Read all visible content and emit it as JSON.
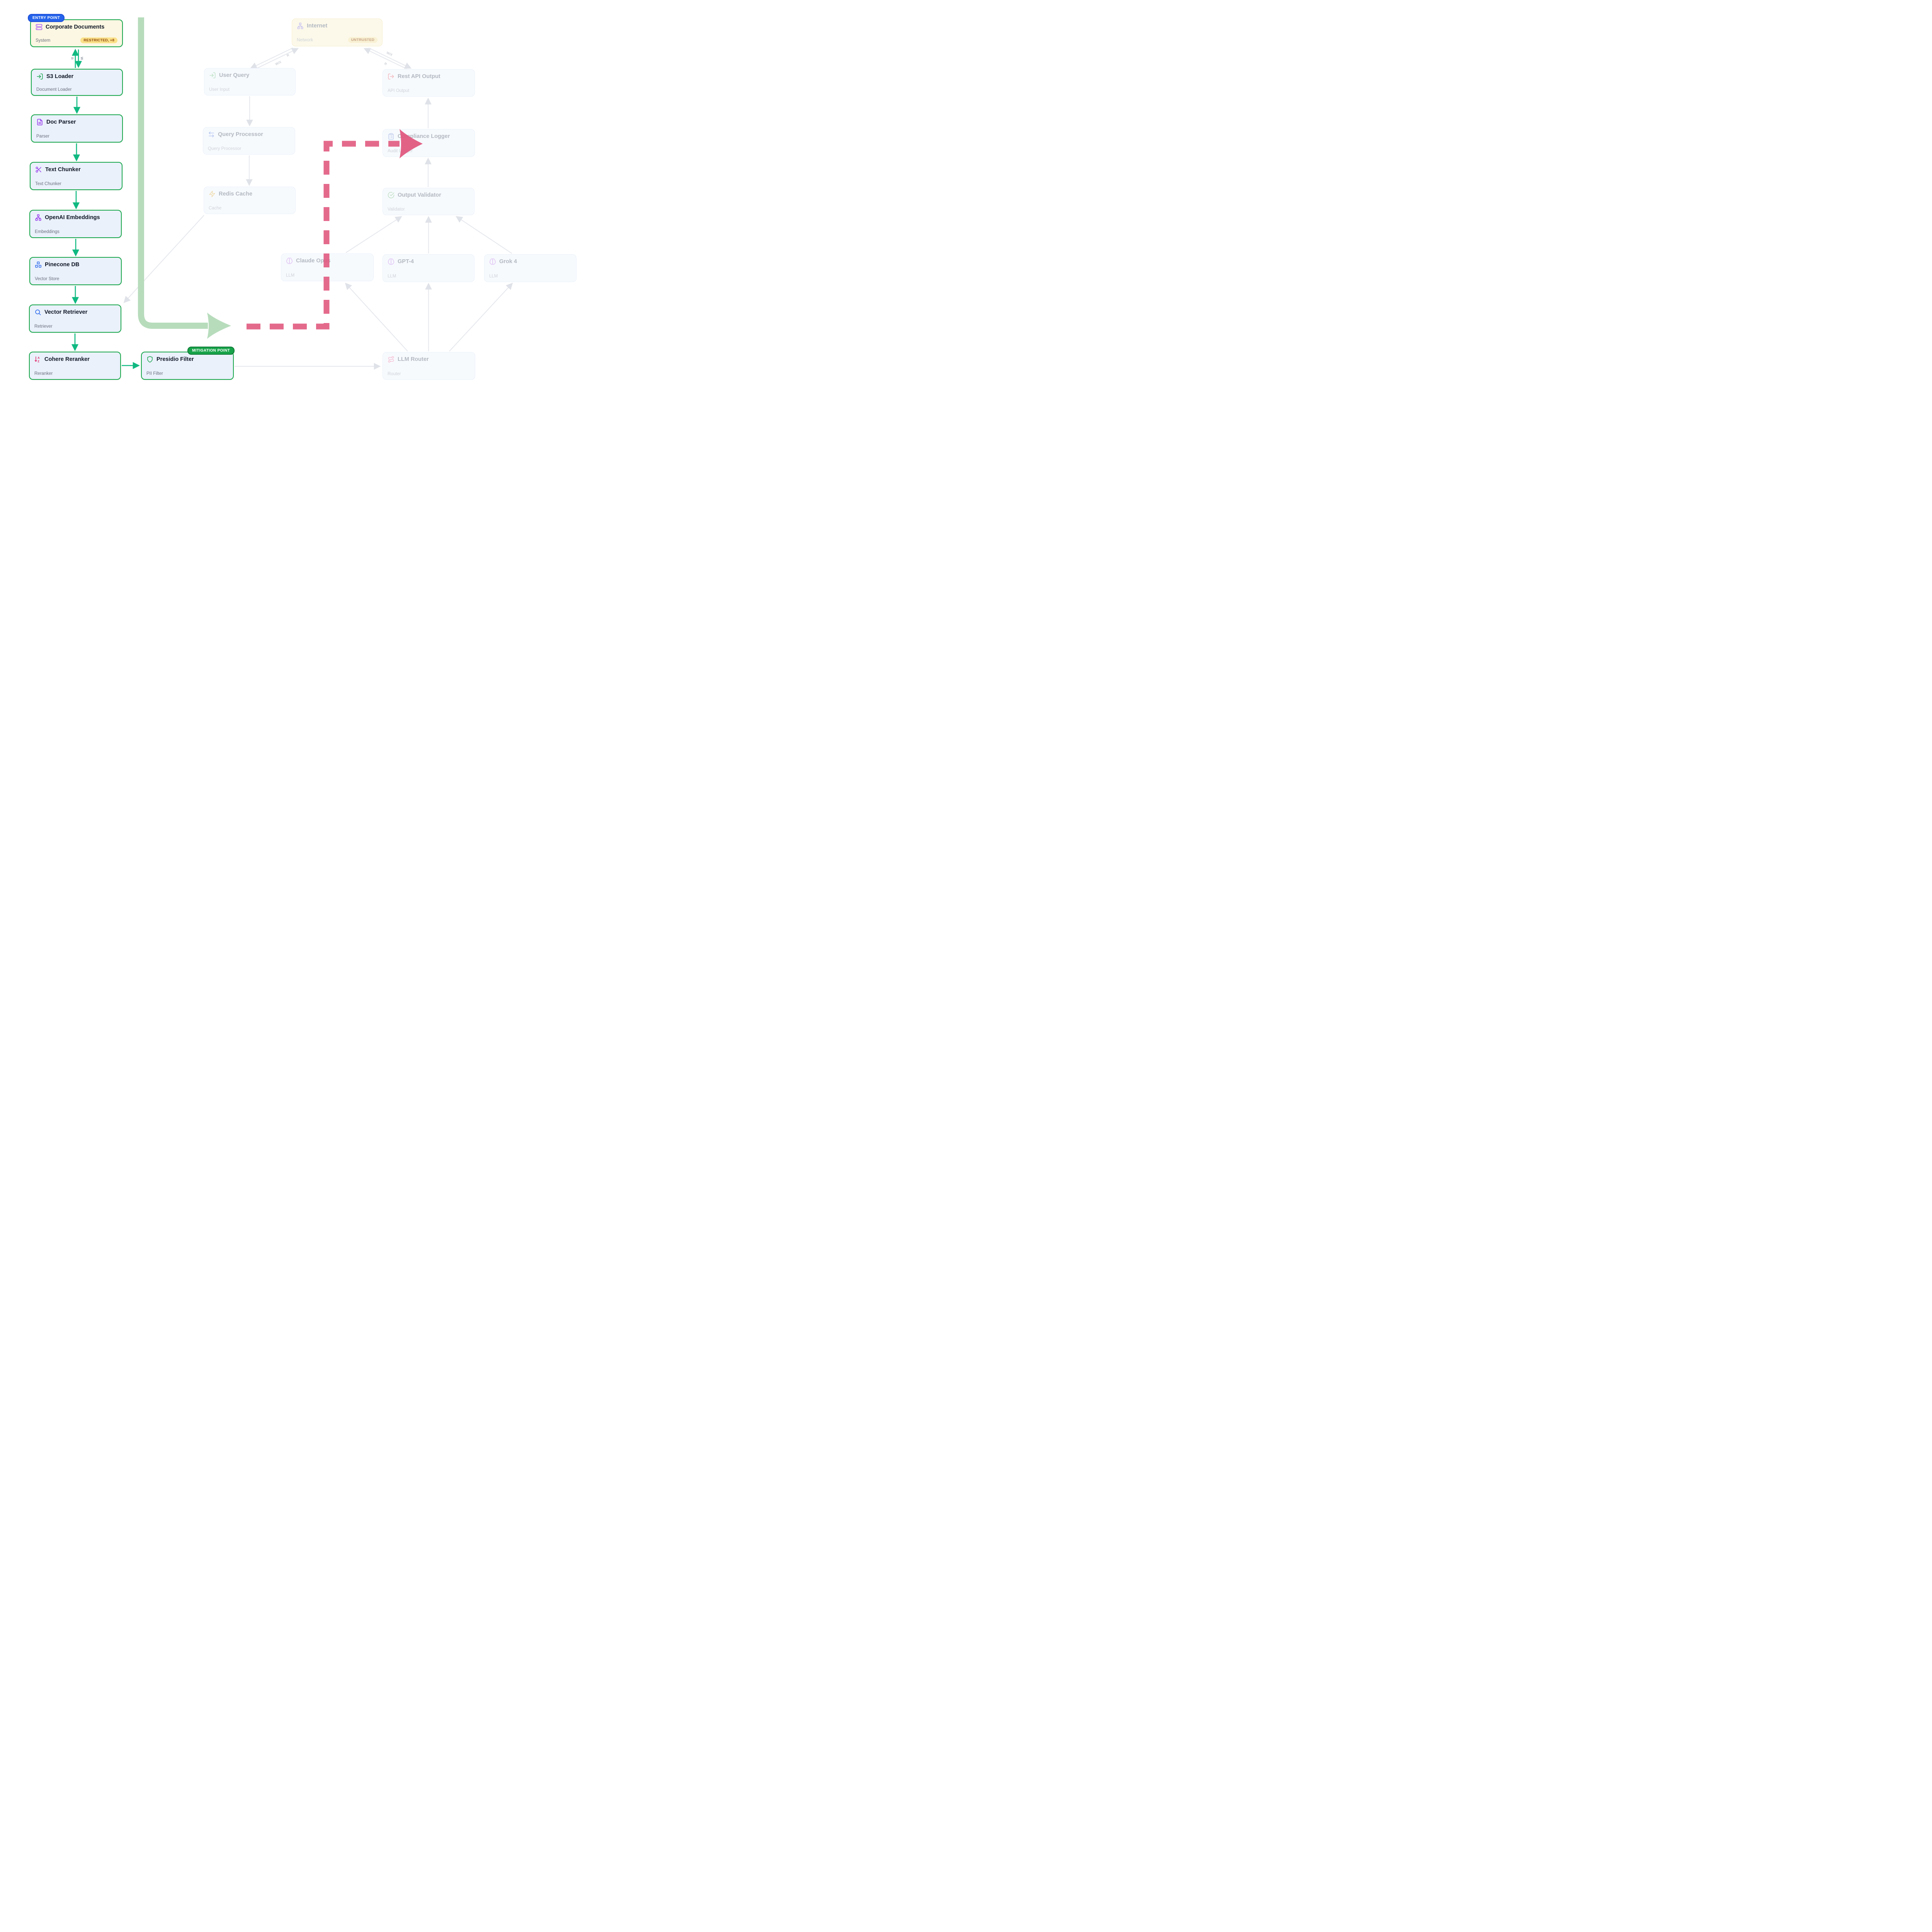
{
  "badges": {
    "entry_point": "ENTRY POINT",
    "mitigation_point": "MITIGATION POINT",
    "restricted": "RESTRICTED, +8",
    "untrusted": "UNTRUSTED"
  },
  "edge_labels": {
    "read": "R",
    "write": "W",
    "write_execute": "W/X"
  },
  "colors": {
    "active_node_border": "#18a74b",
    "active_arrow": "#10b981",
    "flow_highlight_green": "#b7dcbc",
    "threat_pink": "#e0557c",
    "entry_badge_blue": "#2563eb",
    "mitigation_badge_green": "#17a349",
    "restricted_badge_bg": "#fbe189",
    "untrusted_badge_bg": "#f9f1d4"
  },
  "nodes": {
    "corporate_documents": {
      "title": "Corporate Documents",
      "subtitle": "System"
    },
    "s3_loader": {
      "title": "S3 Loader",
      "subtitle": "Document Loader"
    },
    "doc_parser": {
      "title": "Doc Parser",
      "subtitle": "Parser"
    },
    "text_chunker": {
      "title": "Text Chunker",
      "subtitle": "Text Chunker"
    },
    "openai_embeddings": {
      "title": "OpenAI Embeddings",
      "subtitle": "Embeddings"
    },
    "pinecone_db": {
      "title": "Pinecone DB",
      "subtitle": "Vector Store"
    },
    "vector_retriever": {
      "title": "Vector Retriever",
      "subtitle": "Retriever"
    },
    "cohere_reranker": {
      "title": "Cohere Reranker",
      "subtitle": "Reranker"
    },
    "presidio_filter": {
      "title": "Presidio Filter",
      "subtitle": "PII Filter"
    },
    "internet": {
      "title": "Internet",
      "subtitle": "Network"
    },
    "user_query": {
      "title": "User Query",
      "subtitle": "User Input"
    },
    "rest_api_output": {
      "title": "Rest API Output",
      "subtitle": "API Output"
    },
    "query_processor": {
      "title": "Query Processor",
      "subtitle": "Query Processor"
    },
    "compliance_logger": {
      "title": "Compliance Logger",
      "subtitle": "Audit Logger"
    },
    "redis_cache": {
      "title": "Redis Cache",
      "subtitle": "Cache"
    },
    "output_validator": {
      "title": "Output Validator",
      "subtitle": "Validator"
    },
    "claude_opus": {
      "title": "Claude Opus",
      "subtitle": "LLM"
    },
    "gpt_4": {
      "title": "GPT-4",
      "subtitle": "LLM"
    },
    "grok_4": {
      "title": "Grok 4",
      "subtitle": "LLM"
    },
    "llm_router": {
      "title": "LLM Router",
      "subtitle": "Router"
    }
  }
}
